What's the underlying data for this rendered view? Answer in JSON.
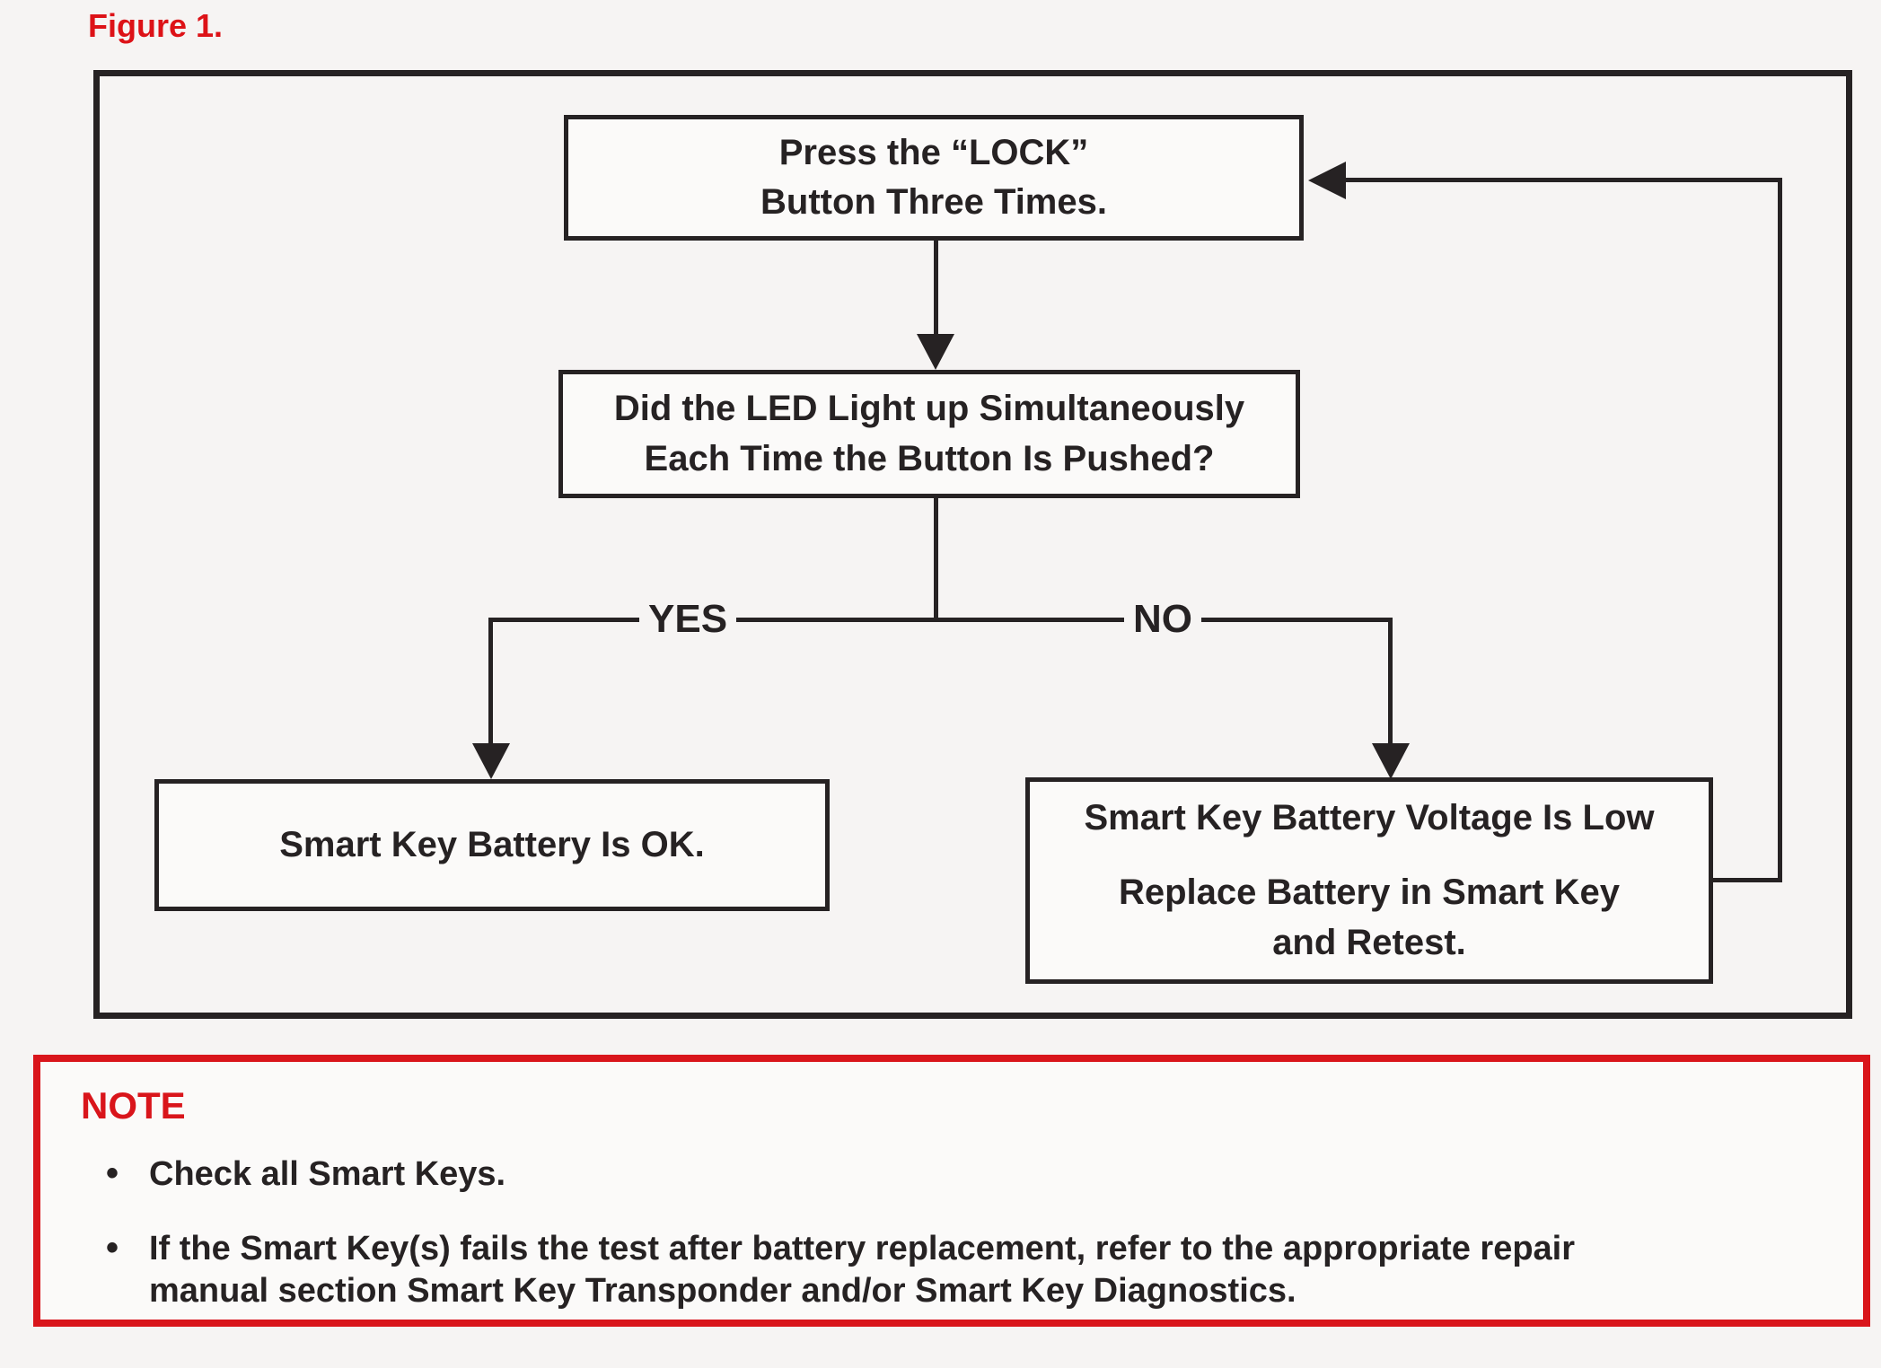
{
  "figure_label": "Figure 1.",
  "colors": {
    "accent_red": "#d9151b",
    "ink_black": "#262223"
  },
  "flowchart": {
    "box_press_lock": {
      "line1": "Press the “LOCK”",
      "line2": "Button Three Times."
    },
    "box_led_question": {
      "line1": "Did the LED Light up Simultaneously",
      "line2": "Each Time the Button Is Pushed?"
    },
    "label_yes": "YES",
    "label_no": "NO",
    "box_battery_ok": {
      "line1": "Smart Key Battery Is OK."
    },
    "box_battery_low": {
      "line1": "Smart Key Battery Voltage Is Low",
      "line2": "Replace Battery in Smart Key",
      "line3": "and Retest."
    }
  },
  "note": {
    "title": "NOTE",
    "bullets": [
      {
        "lines": [
          "Check all Smart Keys."
        ]
      },
      {
        "lines": [
          "If the Smart Key(s) fails the test after battery replacement, refer to the appropriate repair",
          "manual section Smart Key Transponder and/or Smart Key Diagnostics."
        ]
      }
    ]
  }
}
